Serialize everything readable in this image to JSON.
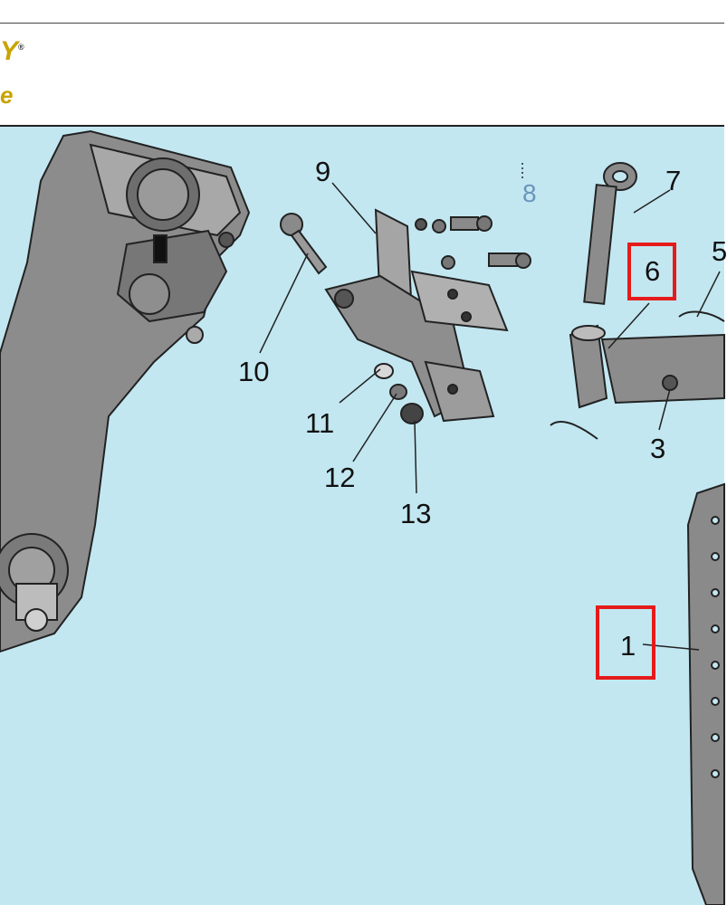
{
  "header": {
    "brand_mark": "Y",
    "brand_sub": "e",
    "reg": "®"
  },
  "diagram": {
    "callouts": {
      "c1": "1",
      "c3": "3",
      "c5": "5",
      "c6": "6",
      "c7": "7",
      "c8": "8",
      "c9": "9",
      "c10": "10",
      "c11": "11",
      "c12": "12",
      "c13": "13"
    },
    "highlighted_parts": [
      "6",
      "1"
    ],
    "colors": {
      "background": "#c2e7f1",
      "part_fill": "#8a8a8a",
      "part_dark": "#4f4f4f",
      "highlight": "#e51b1b"
    }
  }
}
